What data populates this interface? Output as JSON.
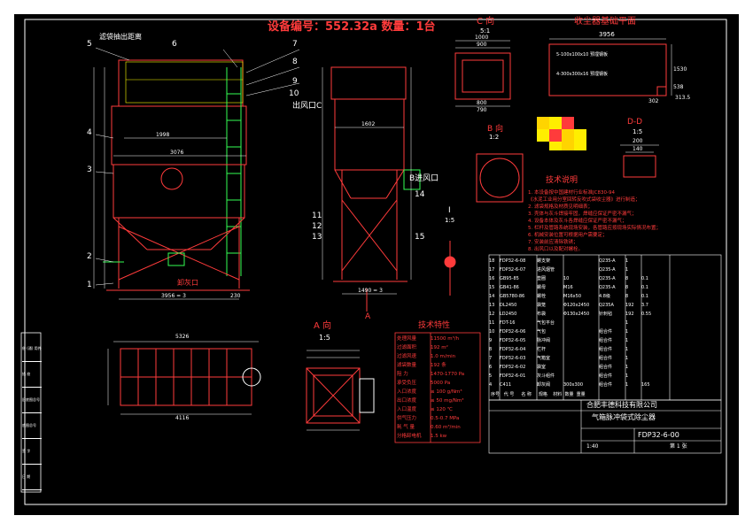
{
  "title": "设备编号：552.32a  数量：1台",
  "views": {
    "c_view": {
      "title": "C 向",
      "scale": "5:1"
    },
    "b_view": {
      "title": "B 向",
      "scale": "1:2"
    },
    "dd_view": {
      "title": "D-D",
      "scale": "1:5",
      "dims": [
        "200",
        "140"
      ]
    },
    "a_view": {
      "title": "A 向",
      "scale": "1:5"
    },
    "i_view": {
      "title": "I",
      "scale": "1:5"
    },
    "foundation": {
      "title": "收尘器基础平面",
      "width_dim": "3956",
      "note1": "5-100x100x10 预埋钢板",
      "note2": "4-300x300x16 预埋钢板",
      "dim_right_1": "1530",
      "dim_right_2": "313.5",
      "dim_bottom": "302",
      "dim_left": "538"
    }
  },
  "labels": {
    "bag_pull": "滤袋抽出距离",
    "outlet_c": "出风口C",
    "inlet_b": "B进风口",
    "ash_outlet": "卸灰口",
    "a_mark": "A"
  },
  "callouts_left": [
    "5",
    "6",
    "4",
    "3",
    "2",
    "1"
  ],
  "callouts_top_right": [
    "7",
    "8",
    "9",
    "10"
  ],
  "callouts_mid": [
    "11",
    "12",
    "13",
    "14",
    "15"
  ],
  "dims": {
    "front_1998": "1998",
    "front_3076": "3076",
    "front_bottom": "3956 = 3",
    "front_230": "230",
    "side_1602": "1602",
    "side_1490": "1490 = 3",
    "plan_5326": "5326",
    "plan_4116": "4116",
    "c_dims": [
      "1000",
      "900",
      "800",
      "790"
    ]
  },
  "tech_notes": {
    "title": "技术说明",
    "items": [
      "1. 本设备按中国建材行业标准JC830-94",
      "《水泥工业用分室回转反吹式袋收尘器》进行制造；",
      "2. 滤袋规格及材质见明细表；",
      "3. 壳体与灰斗焊接牢固，焊缝应保证严密不漏气；",
      "4. 设备本体及灰斗各焊缝应保证严密不漏气；",
      "5. 栏杆及管路系统现场安装，各管路应按现场实际情况布置；",
      "6. 机械安装位置可根据用户需要定；",
      "7. 安装前应清除铁锈；",
      "8. 出风口以及配对螺栓。"
    ]
  },
  "tech_specs": {
    "title": "技术特性",
    "rows": [
      [
        "处理风量",
        "11500 m³/h"
      ],
      [
        "过滤面积",
        "192 m²"
      ],
      [
        "过滤风速",
        "1.0 m/min"
      ],
      [
        "滤袋数量",
        "192 条"
      ],
      [
        "阻    力",
        "1470-1770 Pa"
      ],
      [
        "承受负压",
        "5000 Pa"
      ],
      [
        "入口浓度",
        "≤ 100 g/Nm³"
      ],
      [
        "出口浓度",
        "≤ 50 mg/Nm³"
      ],
      [
        "入口温度",
        "≤ 120 ℃"
      ],
      [
        "供气压力",
        "0.5-0.7 MPa"
      ],
      [
        "耗 气 量",
        "0.60 m³/min"
      ],
      [
        "分格卸电机",
        "1.5 kw"
      ]
    ]
  },
  "parts_table": {
    "rows": [
      [
        "18",
        "FDP32-6-08",
        "螺支架",
        "",
        "Q235-A",
        "1",
        ""
      ],
      [
        "17",
        "FDP32-6-07",
        "进风烟管",
        "",
        "Q235-A",
        "1",
        ""
      ],
      [
        "16",
        "GB95-85",
        "垫圈",
        "10",
        "Q235-A",
        "8",
        "0.1"
      ],
      [
        "15",
        "GB41-86",
        "螺母",
        "M16",
        "Q235-A",
        "8",
        "0.1"
      ],
      [
        "14",
        "GB5780-86",
        "螺栓",
        "M16x50",
        "4.8级",
        "8",
        "0.1"
      ],
      [
        "13",
        "DL2450",
        "袋笼",
        "Φ120x2450",
        "Q235A",
        "192",
        "3.7"
      ],
      [
        "12",
        "LD2450",
        "布袋",
        "Φ130x2450",
        "针刺毡",
        "192",
        "0.55"
      ],
      [
        "11",
        "FDT-16",
        "气包平台",
        "",
        "",
        "1",
        ""
      ],
      [
        "10",
        "FDP32-6-06",
        "气包",
        "",
        "组合件",
        "1",
        ""
      ],
      [
        "9",
        "FDP32-6-05",
        "脉冲阀",
        "",
        "组合件",
        "1",
        ""
      ],
      [
        "8",
        "FDP32-6-04",
        "栏杆",
        "",
        "组合件",
        "1",
        ""
      ],
      [
        "7",
        "FDP32-6-03",
        "气箱室",
        "",
        "组合件",
        "1",
        ""
      ],
      [
        "6",
        "FDP32-6-02",
        "袋室",
        "",
        "组合件",
        "1",
        ""
      ],
      [
        "5",
        "FDP32-6-01",
        "灰斗组件",
        "",
        "组合件",
        "1",
        ""
      ],
      [
        "4",
        "C411",
        "卸灰阀",
        "300x300",
        "组合件",
        "1",
        "165"
      ]
    ],
    "header": [
      "序号",
      "代 号",
      "名 称",
      "规格",
      "材料",
      "数量",
      "重量"
    ]
  },
  "title_block": {
    "company": "合肥丰德科技有限公司",
    "product": "气箱脉冲袋式除尘器",
    "drawing_no": "FDP32-6-00",
    "scale": "1:40",
    "sheet": "第 1 张"
  },
  "left_stamp": [
    "借 (通) 用件登记",
    "描 校",
    "旧底图总号",
    "底图总号",
    "签 字",
    "日 期"
  ],
  "colors": {
    "sheet": "#000000",
    "line": "#ff3b3b",
    "white": "#ffffff",
    "yellow": "#ffff00",
    "green": "#33ff55",
    "cyan": "#00e5ff",
    "blue": "#6a6aff"
  }
}
